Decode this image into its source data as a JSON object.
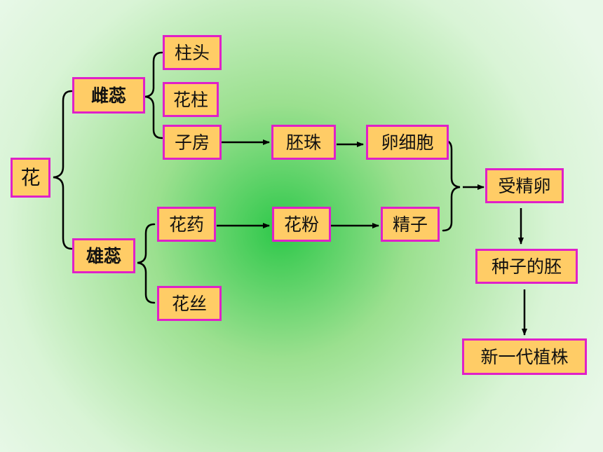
{
  "colors": {
    "node_fill": "#FFCC66",
    "node_border": "#E020C8",
    "connector": "#000000",
    "bg_center": "#2EC84A",
    "bg_edge": "#E8F8E8"
  },
  "nodes": {
    "flower": "花",
    "pistil": "雌蕊",
    "stigma": "柱头",
    "style": "花柱",
    "ovary": "子房",
    "ovule": "胚珠",
    "egg_cell": "卵细胞",
    "zygote": "受精卵",
    "stamen": "雄蕊",
    "anther": "花药",
    "pollen": "花粉",
    "sperm": "精子",
    "seed_embryo": "种子的胚",
    "new_plant": "新一代植株"
  }
}
